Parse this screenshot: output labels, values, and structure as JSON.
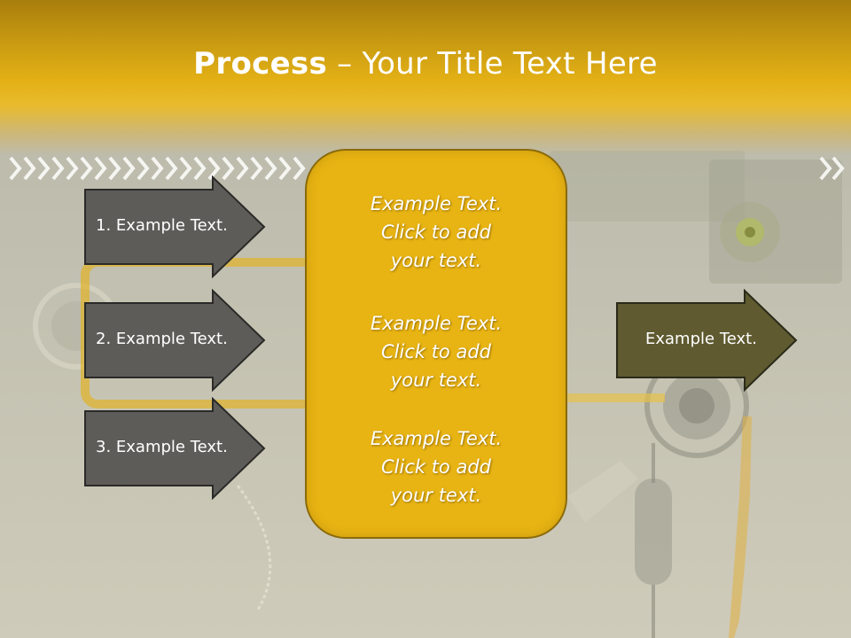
{
  "header": {
    "title_bold": "Process",
    "title_rest": "– Your Title Text Here"
  },
  "left_arrows": [
    {
      "label": "1. Example Text."
    },
    {
      "label": "2. Example Text."
    },
    {
      "label": "3. Example Text."
    }
  ],
  "center_box": {
    "paragraphs": [
      "Example Text.\nClick  to add\nyour text.",
      "Example Text.\nClick  to add\nyour text.",
      "Example Text.\nClick  to add\nyour text."
    ]
  },
  "right_arrow": {
    "label": "Example Text."
  },
  "colors": {
    "header_gold": "#e3b015",
    "box_fill": "#e8b413",
    "left_arrow_fill": "#5e5c58",
    "right_arrow_fill": "#5f5a30"
  }
}
